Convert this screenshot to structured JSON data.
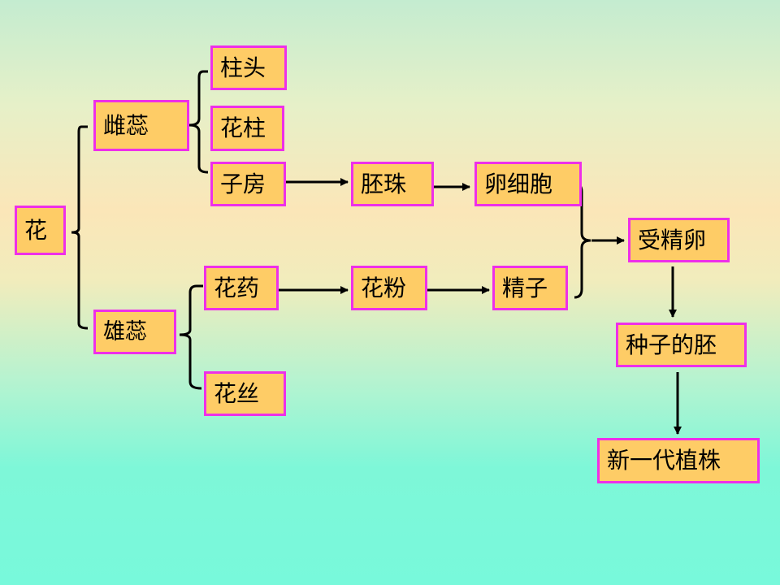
{
  "nodes": {
    "hua": "花",
    "cirui": "雌蕊",
    "xiongrui": "雄蕊",
    "zhutou": "柱头",
    "huazhu": "花柱",
    "zifang": "子房",
    "huayao": "花药",
    "huasi": "花丝",
    "peizhu": "胚珠",
    "huafen": "花粉",
    "luanxibao": "卵细胞",
    "jingzi": "精子",
    "shoujingluan": "受精卵",
    "zhongzidepei": "种子的胚",
    "xinyidaizhizhu": "新一代植株"
  },
  "colors": {
    "box_fill": "#fecc66",
    "box_border": "#ee2fe9",
    "line": "#000000"
  }
}
